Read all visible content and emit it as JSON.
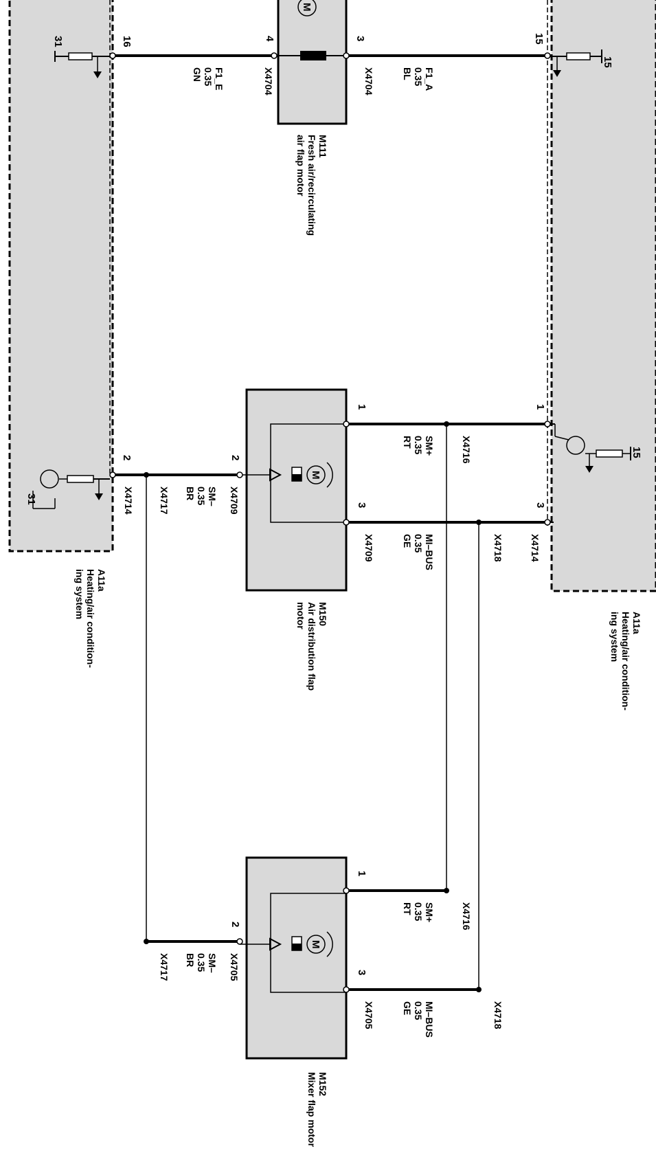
{
  "units": {
    "a11a_left": {
      "code": "A11a",
      "name_line1": "Heating/air condition-",
      "name_line2": "ing system",
      "terminal_31_top": "31",
      "terminal_31_bottom": "31"
    },
    "a11a_right": {
      "code": "A11a",
      "name_line1": "Heating/air condition-",
      "name_line2": "ing system",
      "terminal_15_top": "15",
      "terminal_15_bottom": "15"
    },
    "m111": {
      "code": "M111",
      "name_line1": "Fresh air/recirculating",
      "name_line2": "air flap motor",
      "motor_symbol": "M"
    },
    "m150": {
      "code": "M150",
      "name_line1": "Air distribution flap",
      "name_line2": "motor",
      "motor_symbol": "M"
    },
    "m152": {
      "code": "M152",
      "name_line1": "Mixer flap motor",
      "motor_symbol": "M"
    }
  },
  "wires": {
    "f1e": {
      "signal": "F1_E",
      "size": "0.35",
      "color": "GN",
      "pin_a11a": "16",
      "pin_motor": "4",
      "connector": "X4704"
    },
    "f1a": {
      "signal": "F1_A",
      "size": "0.35",
      "color": "BL",
      "pin_a11a": "15",
      "pin_motor": "3",
      "connector": "X4704"
    },
    "smp_150": {
      "signal": "SM+",
      "size": "0.35",
      "color": "RT",
      "pin_a11a": "1",
      "pin_motor": "1",
      "splice": "X4716"
    },
    "smm_150": {
      "signal": "SM–",
      "size": "0.35",
      "color": "BR",
      "pin_a11a": "2",
      "pin_motor": "2",
      "connector_a11a": "X4714",
      "splice": "X4717",
      "connector_motor": "X4709"
    },
    "mib_150": {
      "signal": "MI–BUS",
      "size": "0.35",
      "color": "GE",
      "pin_a11a": "3",
      "pin_motor": "3",
      "connector_a11a": "X4714",
      "splice": "X4718",
      "connector_motor": "X4709"
    },
    "smp_152": {
      "signal": "SM+",
      "size": "0.35",
      "color": "RT",
      "pin_motor": "1",
      "splice": "X4716"
    },
    "smm_152": {
      "signal": "SM–",
      "size": "0.35",
      "color": "BR",
      "pin_motor": "2",
      "splice": "X4717",
      "connector_motor": "X4705"
    },
    "mib_152": {
      "signal": "MI–BUS",
      "size": "0.35",
      "color": "GE",
      "pin_motor": "3",
      "splice": "X4718",
      "connector_motor": "X4705"
    }
  },
  "colors": {
    "unit_fill": "#d9d9d9",
    "line": "#000000"
  }
}
